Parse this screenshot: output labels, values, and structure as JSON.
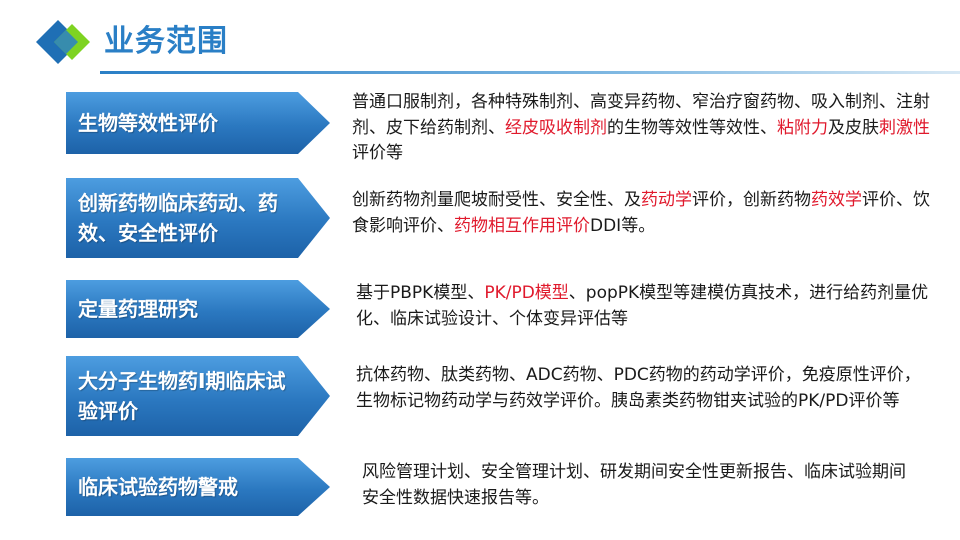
{
  "page": {
    "title": "业务范围"
  },
  "items": [
    {
      "tag": "生物等效性评价",
      "desc": [
        {
          "t": "普通口服制剂，各种特殊制剂、高变异药物、窄治疗窗药物、吸入制剂、注射剂、皮下给药制剂、",
          "red": false
        },
        {
          "t": "经皮吸收制剂",
          "red": true
        },
        {
          "t": "的生物等效性等效性、",
          "red": false
        },
        {
          "t": "粘附力",
          "red": true
        },
        {
          "t": "及皮肤",
          "red": false
        },
        {
          "t": "刺激性",
          "red": true
        },
        {
          "t": "评价等",
          "red": false
        }
      ]
    },
    {
      "tag": "创新药物临床药动、药效、安全性评价",
      "desc": [
        {
          "t": "创新药物剂量爬坡耐受性、安全性、及",
          "red": false
        },
        {
          "t": "药动学",
          "red": true
        },
        {
          "t": "评价，创新药物",
          "red": false
        },
        {
          "t": "药效学",
          "red": true
        },
        {
          "t": "评价、饮食影响评价、",
          "red": false
        },
        {
          "t": "药物相互作用评价",
          "red": true
        },
        {
          "t": "DDI等。",
          "red": false
        }
      ]
    },
    {
      "tag": "定量药理研究",
      "desc": [
        {
          "t": "基于PBPK模型、",
          "red": false
        },
        {
          "t": "PK/PD模型",
          "red": true
        },
        {
          "t": "、popPK模型等建模仿真技术，进行给药剂量优化、临床试验设计、个体变异评估等",
          "red": false
        }
      ]
    },
    {
      "tag": "大分子生物药I期临床试验评价",
      "desc": [
        {
          "t": "抗体药物、肽类药物、ADC药物、PDC药物的药动学评价，免疫原性评价，生物标记物药动学与药效学评价。胰岛素类药物钳夹试验的PK/PD评价等",
          "red": false
        }
      ]
    },
    {
      "tag": "临床试验药物警戒",
      "desc": [
        {
          "t": "风险管理计划、安全管理计划、研发期间安全性更新报告、临床试验期间安全性数据快速报告等。",
          "red": false
        }
      ]
    }
  ]
}
